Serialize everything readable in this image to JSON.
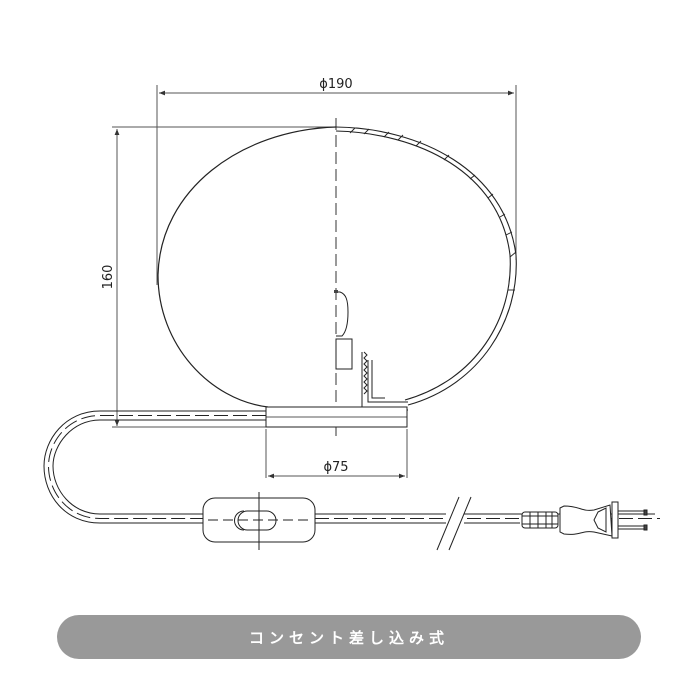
{
  "diagram": {
    "subject": "table lamp dimension drawing",
    "dimensions": {
      "width_label": "ϕ190",
      "height_label": "160",
      "base_label": "ϕ75"
    },
    "parts": [
      "glass-globe",
      "bulb",
      "socket",
      "base",
      "cord",
      "inline-switch",
      "cord-break",
      "plug"
    ]
  },
  "caption": {
    "label": "コンセント差し込み式",
    "background": "#999999",
    "text_color": "#ffffff"
  },
  "colors": {
    "line": "#222222",
    "dim_line": "#555555"
  }
}
